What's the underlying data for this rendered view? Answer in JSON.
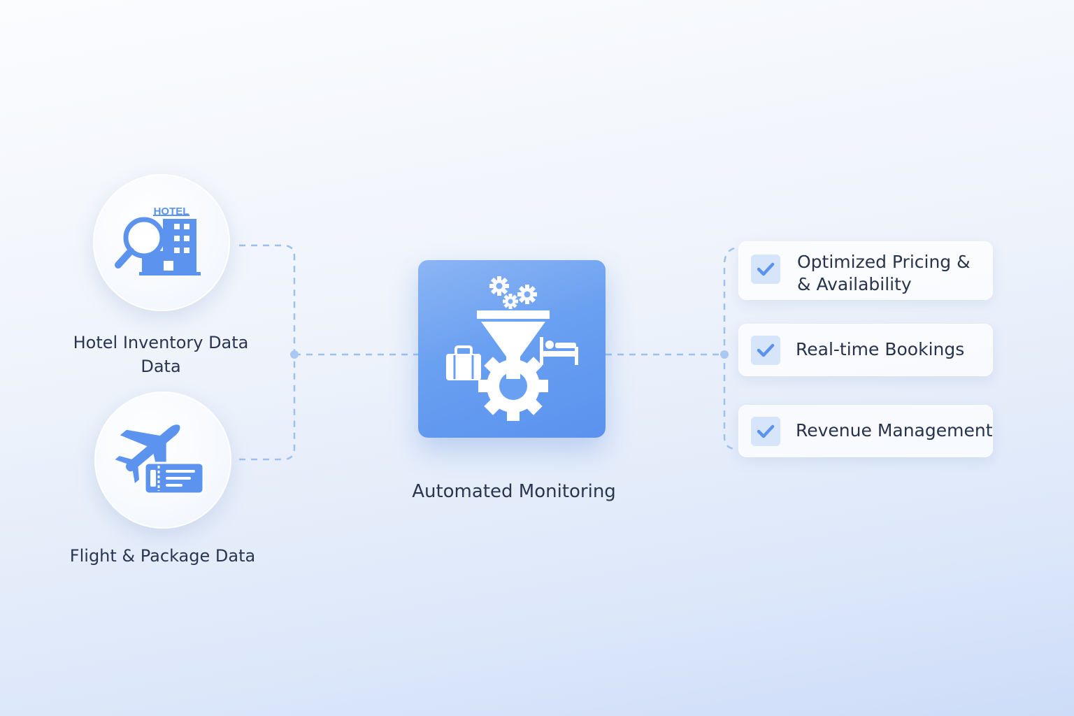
{
  "sources": [
    {
      "label": "Hotel Inventory Data\nData",
      "icon": "hotel-search-icon",
      "icon_text": "HOTEL"
    },
    {
      "label": "Flight & Package Data",
      "icon": "airplane-ticket-icon"
    }
  ],
  "hub": {
    "label": "Automated Monitoring",
    "icon": "funnel-gear-icon"
  },
  "outputs": [
    {
      "line1": "Optimized Pricing &",
      "line2": "& Availability",
      "icon": "checkmark-icon"
    },
    {
      "line1": "Real-time Bookings",
      "icon": "checkmark-icon"
    },
    {
      "line1": "Revenue Management",
      "icon": "checkmark-icon"
    }
  ],
  "colors": {
    "accent": "#5b93ee",
    "connector": "#9ec0ef",
    "text": "#26324a"
  }
}
